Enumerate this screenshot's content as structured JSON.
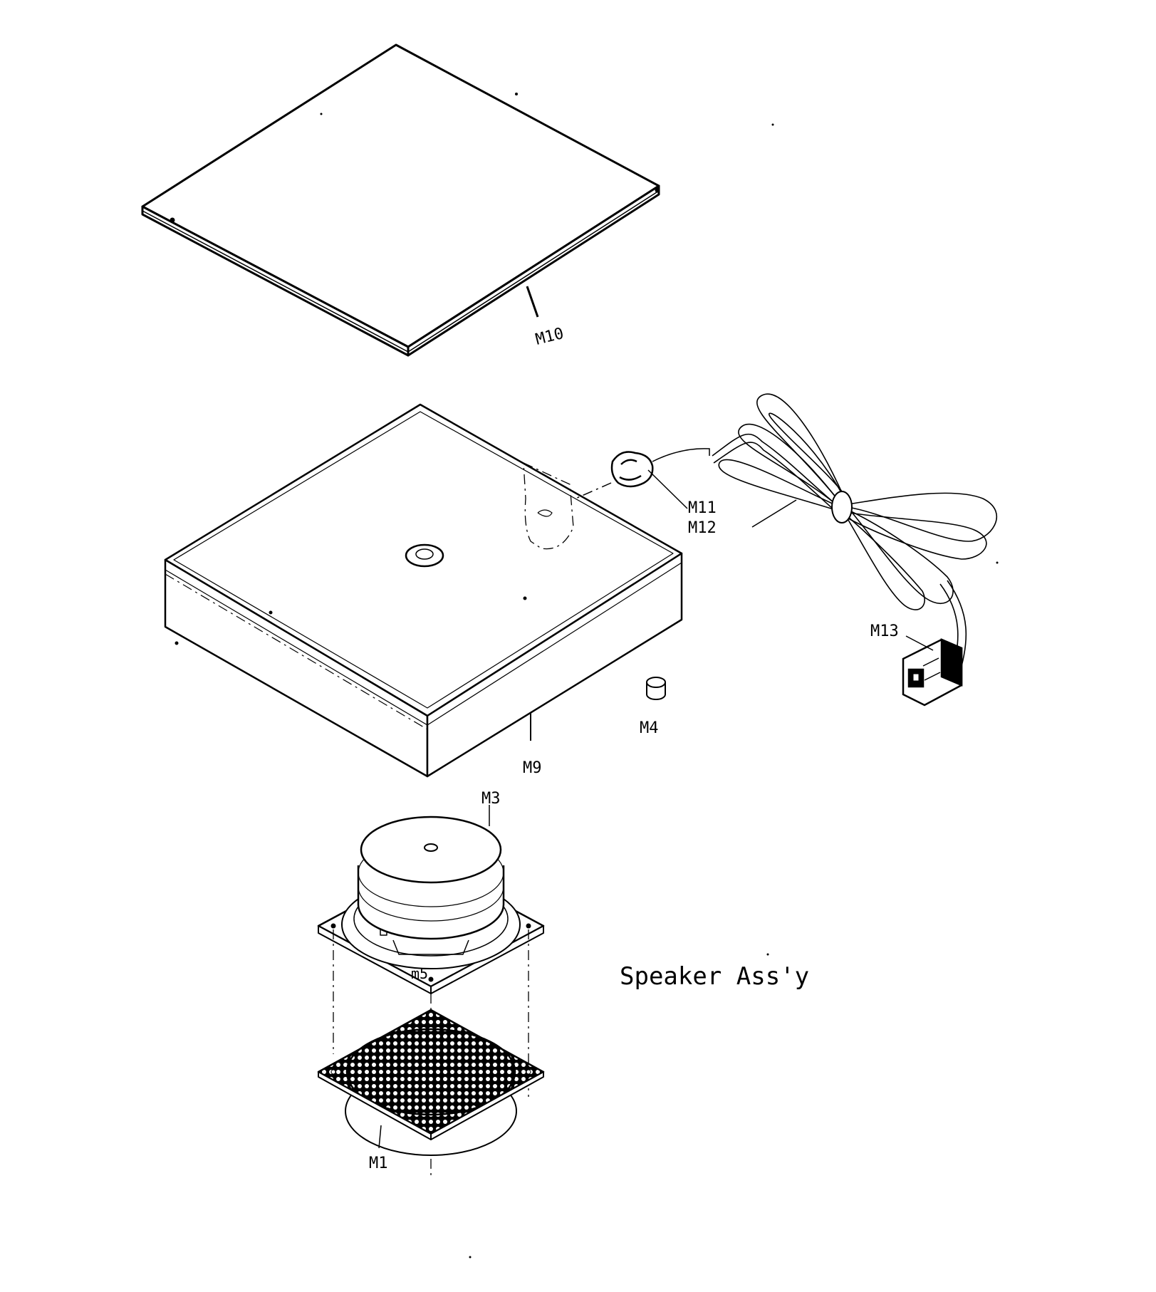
{
  "title": "Speaker Ass'y",
  "parts": {
    "m1": "M1",
    "m3": "M3",
    "m4": "M4",
    "m9": "M9",
    "m10": "M10",
    "m11": "M11",
    "m12": "M12",
    "m13": "M13",
    "m5": "m5"
  }
}
